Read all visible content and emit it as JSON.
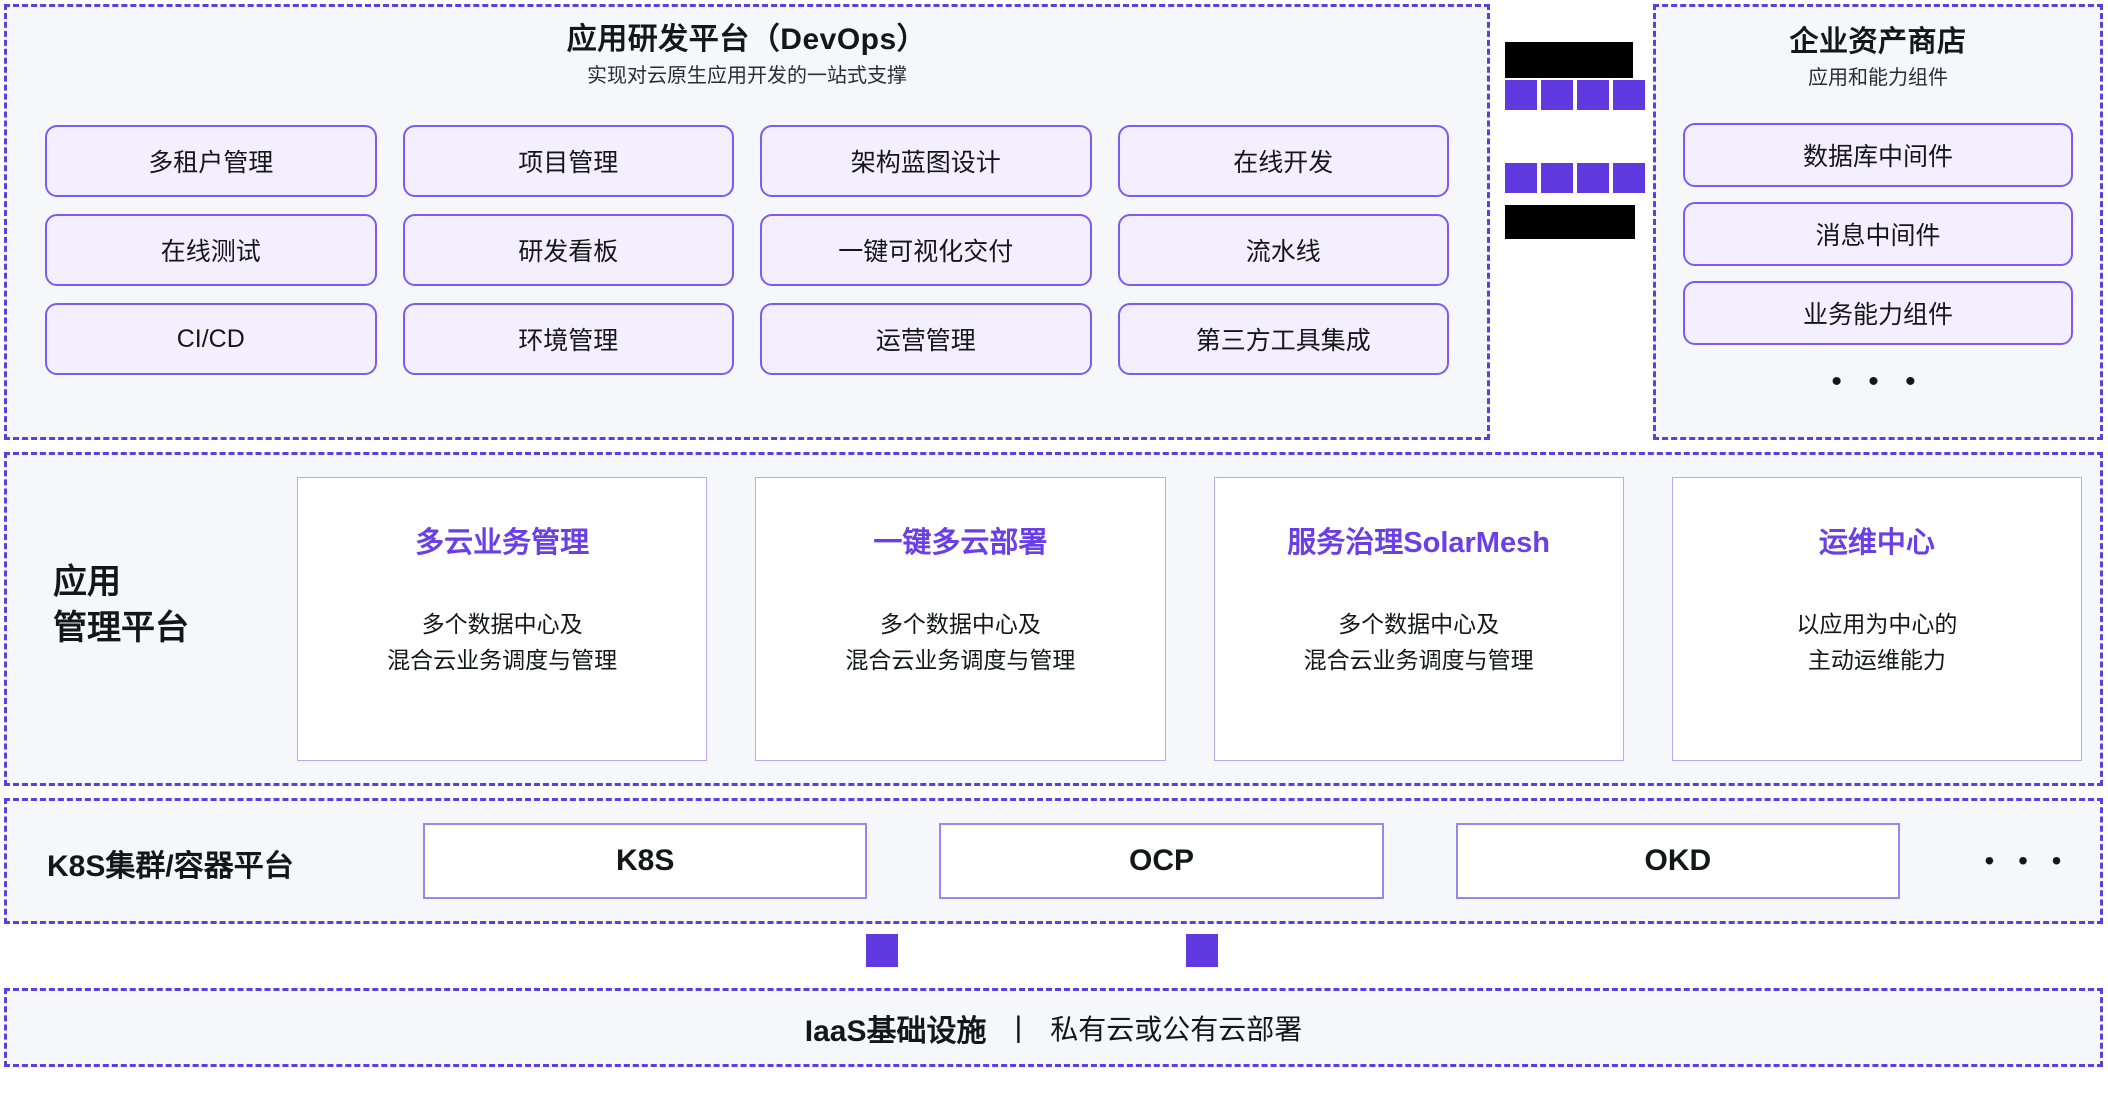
{
  "colors": {
    "accent_purple": "#6139e0",
    "chip_border": "#7b5cf0",
    "chip_fill": "#f3effe",
    "panel_bg": "#f6f7fa",
    "dashed_border": "#5b3ee6",
    "card_title": "#6a3fe8",
    "star_decor": "#f7f0dc",
    "redaction": "#000000"
  },
  "devops": {
    "title": "应用研发平台（DevOps）",
    "subtitle": "实现对云原生应用开发的一站式支撑",
    "chips": [
      "多租户管理",
      "项目管理",
      "架构蓝图设计",
      "在线开发",
      "在线测试",
      "研发看板",
      "一键可视化交付",
      "流水线",
      "CI/CD",
      "环境管理",
      "运营管理",
      "第三方工具集成"
    ]
  },
  "middle_column": {
    "redacted_labels": [
      "",
      ""
    ],
    "square_rows": [
      4,
      4
    ]
  },
  "asset_store": {
    "title": "企业资产商店",
    "subtitle": "应用和能力组件",
    "items": [
      "数据库中间件",
      "消息中间件",
      "业务能力组件"
    ],
    "more": "• • •"
  },
  "app_platform": {
    "label_line1": "应用",
    "label_line2": "管理平台",
    "cards": [
      {
        "title": "多云业务管理",
        "desc_line1": "多个数据中心及",
        "desc_line2": "混合云业务调度与管理"
      },
      {
        "title": "一键多云部署",
        "desc_line1": "多个数据中心及",
        "desc_line2": "混合云业务调度与管理"
      },
      {
        "title": "服务治理SolarMesh",
        "desc_line1": "多个数据中心及",
        "desc_line2": "混合云业务调度与管理"
      },
      {
        "title": "运维中心",
        "desc_line1": "以应用为中心的",
        "desc_line2": "主动运维能力"
      }
    ]
  },
  "k8s_layer": {
    "label": "K8S集群/容器平台",
    "boxes": [
      "K8S",
      "OCP",
      "OKD"
    ],
    "more": "• • •"
  },
  "iaas_layer": {
    "title": "IaaS基础设施",
    "divider": "|",
    "description": "私有云或公有云部署"
  }
}
